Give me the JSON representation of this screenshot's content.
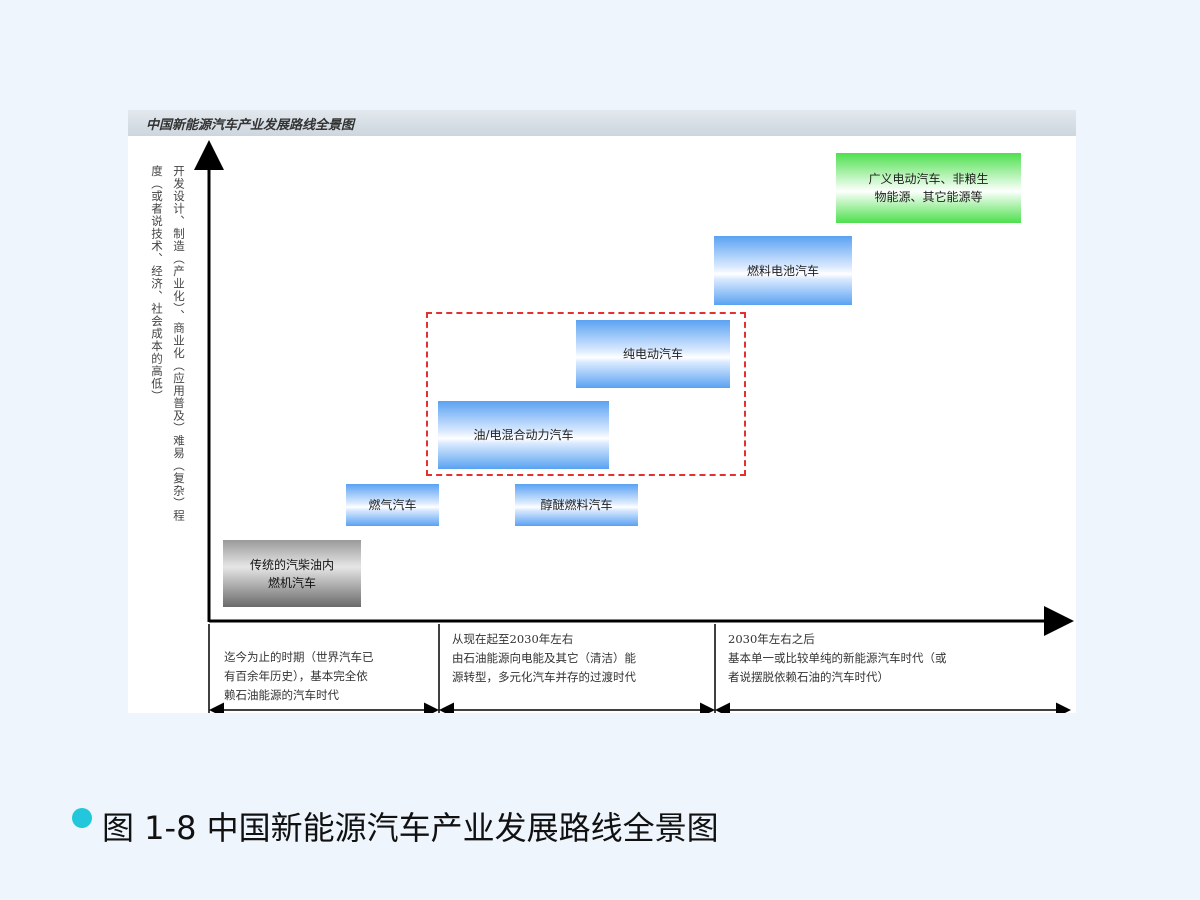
{
  "figure": {
    "title": "中国新能源汽车产业发展路线全景图",
    "y_axis_label_lines": [
      "开发设计、制造（产业化）、商业化（应用普及）难易（复杂）程",
      "度（或者说技术、经济、社会成本的高低）"
    ],
    "boxes": [
      {
        "id": "traditional",
        "label": "传统的汽柴油内\n燃机汽车",
        "style": "gray"
      },
      {
        "id": "gas",
        "label": "燃气汽车",
        "style": "blue"
      },
      {
        "id": "ether",
        "label": "醇醚燃料汽车",
        "style": "blue"
      },
      {
        "id": "hybrid",
        "label": "油/电混合动力汽车",
        "style": "blue"
      },
      {
        "id": "pure-ev",
        "label": "纯电动汽车",
        "style": "blue"
      },
      {
        "id": "fuel-cell",
        "label": "燃料电池汽车",
        "style": "blue"
      },
      {
        "id": "broad-ev",
        "label": "广义电动汽车、非粮生\n物能源、其它能源等",
        "style": "green"
      }
    ],
    "eras": [
      {
        "id": "era-past",
        "text": "迄今为止的时期（世界汽车已\n有百余年历史），基本完全依\n赖石油能源的汽车时代"
      },
      {
        "id": "era-now",
        "text": "从现在起至2030年左右\n由石油能源向电能及其它（清洁）能\n源转型，多元化汽车并存的过渡时代"
      },
      {
        "id": "era-after",
        "text": "2030年左右之后\n基本单一或比较单纯的新能源汽车时代（或\n者说摆脱依赖石油的汽车时代）"
      }
    ],
    "colors": {
      "dashed_border": "#e53030",
      "box_blue": "#5aa2f2",
      "box_green": "#4ee04e",
      "box_gray": "#8a8a8a"
    }
  },
  "caption": {
    "text": "图 1-8 中国新能源汽车产业发展路线全景图",
    "bullet_color": "#22c7dc"
  }
}
